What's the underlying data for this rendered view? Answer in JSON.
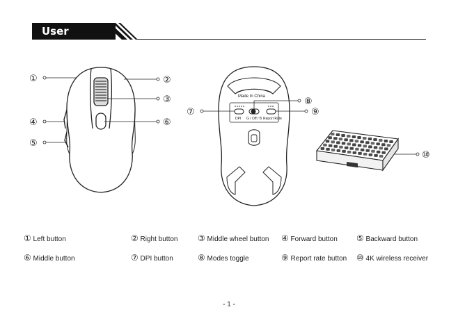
{
  "header": {
    "title": "User manual"
  },
  "callouts": {
    "c1": "①",
    "c2": "②",
    "c3": "③",
    "c4": "④",
    "c5": "⑤",
    "c6": "⑥",
    "c7": "⑦",
    "c8": "⑧",
    "c9": "⑨",
    "c10": "⑩"
  },
  "mouse_bottom": {
    "made_in": "Made In China",
    "switch_labels": {
      "dpi": "DPI",
      "modes": "G / Off / B",
      "report_rate": "Report Rate"
    }
  },
  "legend": [
    {
      "num": "①",
      "label": "Left button"
    },
    {
      "num": "②",
      "label": "Right button"
    },
    {
      "num": "③",
      "label": "Middle wheel button"
    },
    {
      "num": "④",
      "label": "Forward button"
    },
    {
      "num": "⑤",
      "label": "Backward button"
    },
    {
      "num": "⑥",
      "label": "Middle button"
    },
    {
      "num": "⑦",
      "label": "DPI button"
    },
    {
      "num": "⑧",
      "label": "Modes toggle"
    },
    {
      "num": "⑨",
      "label": "Report rate button"
    },
    {
      "num": "⑩",
      "label": "4K wireless receiver"
    }
  ],
  "page_number": "- 1 -"
}
